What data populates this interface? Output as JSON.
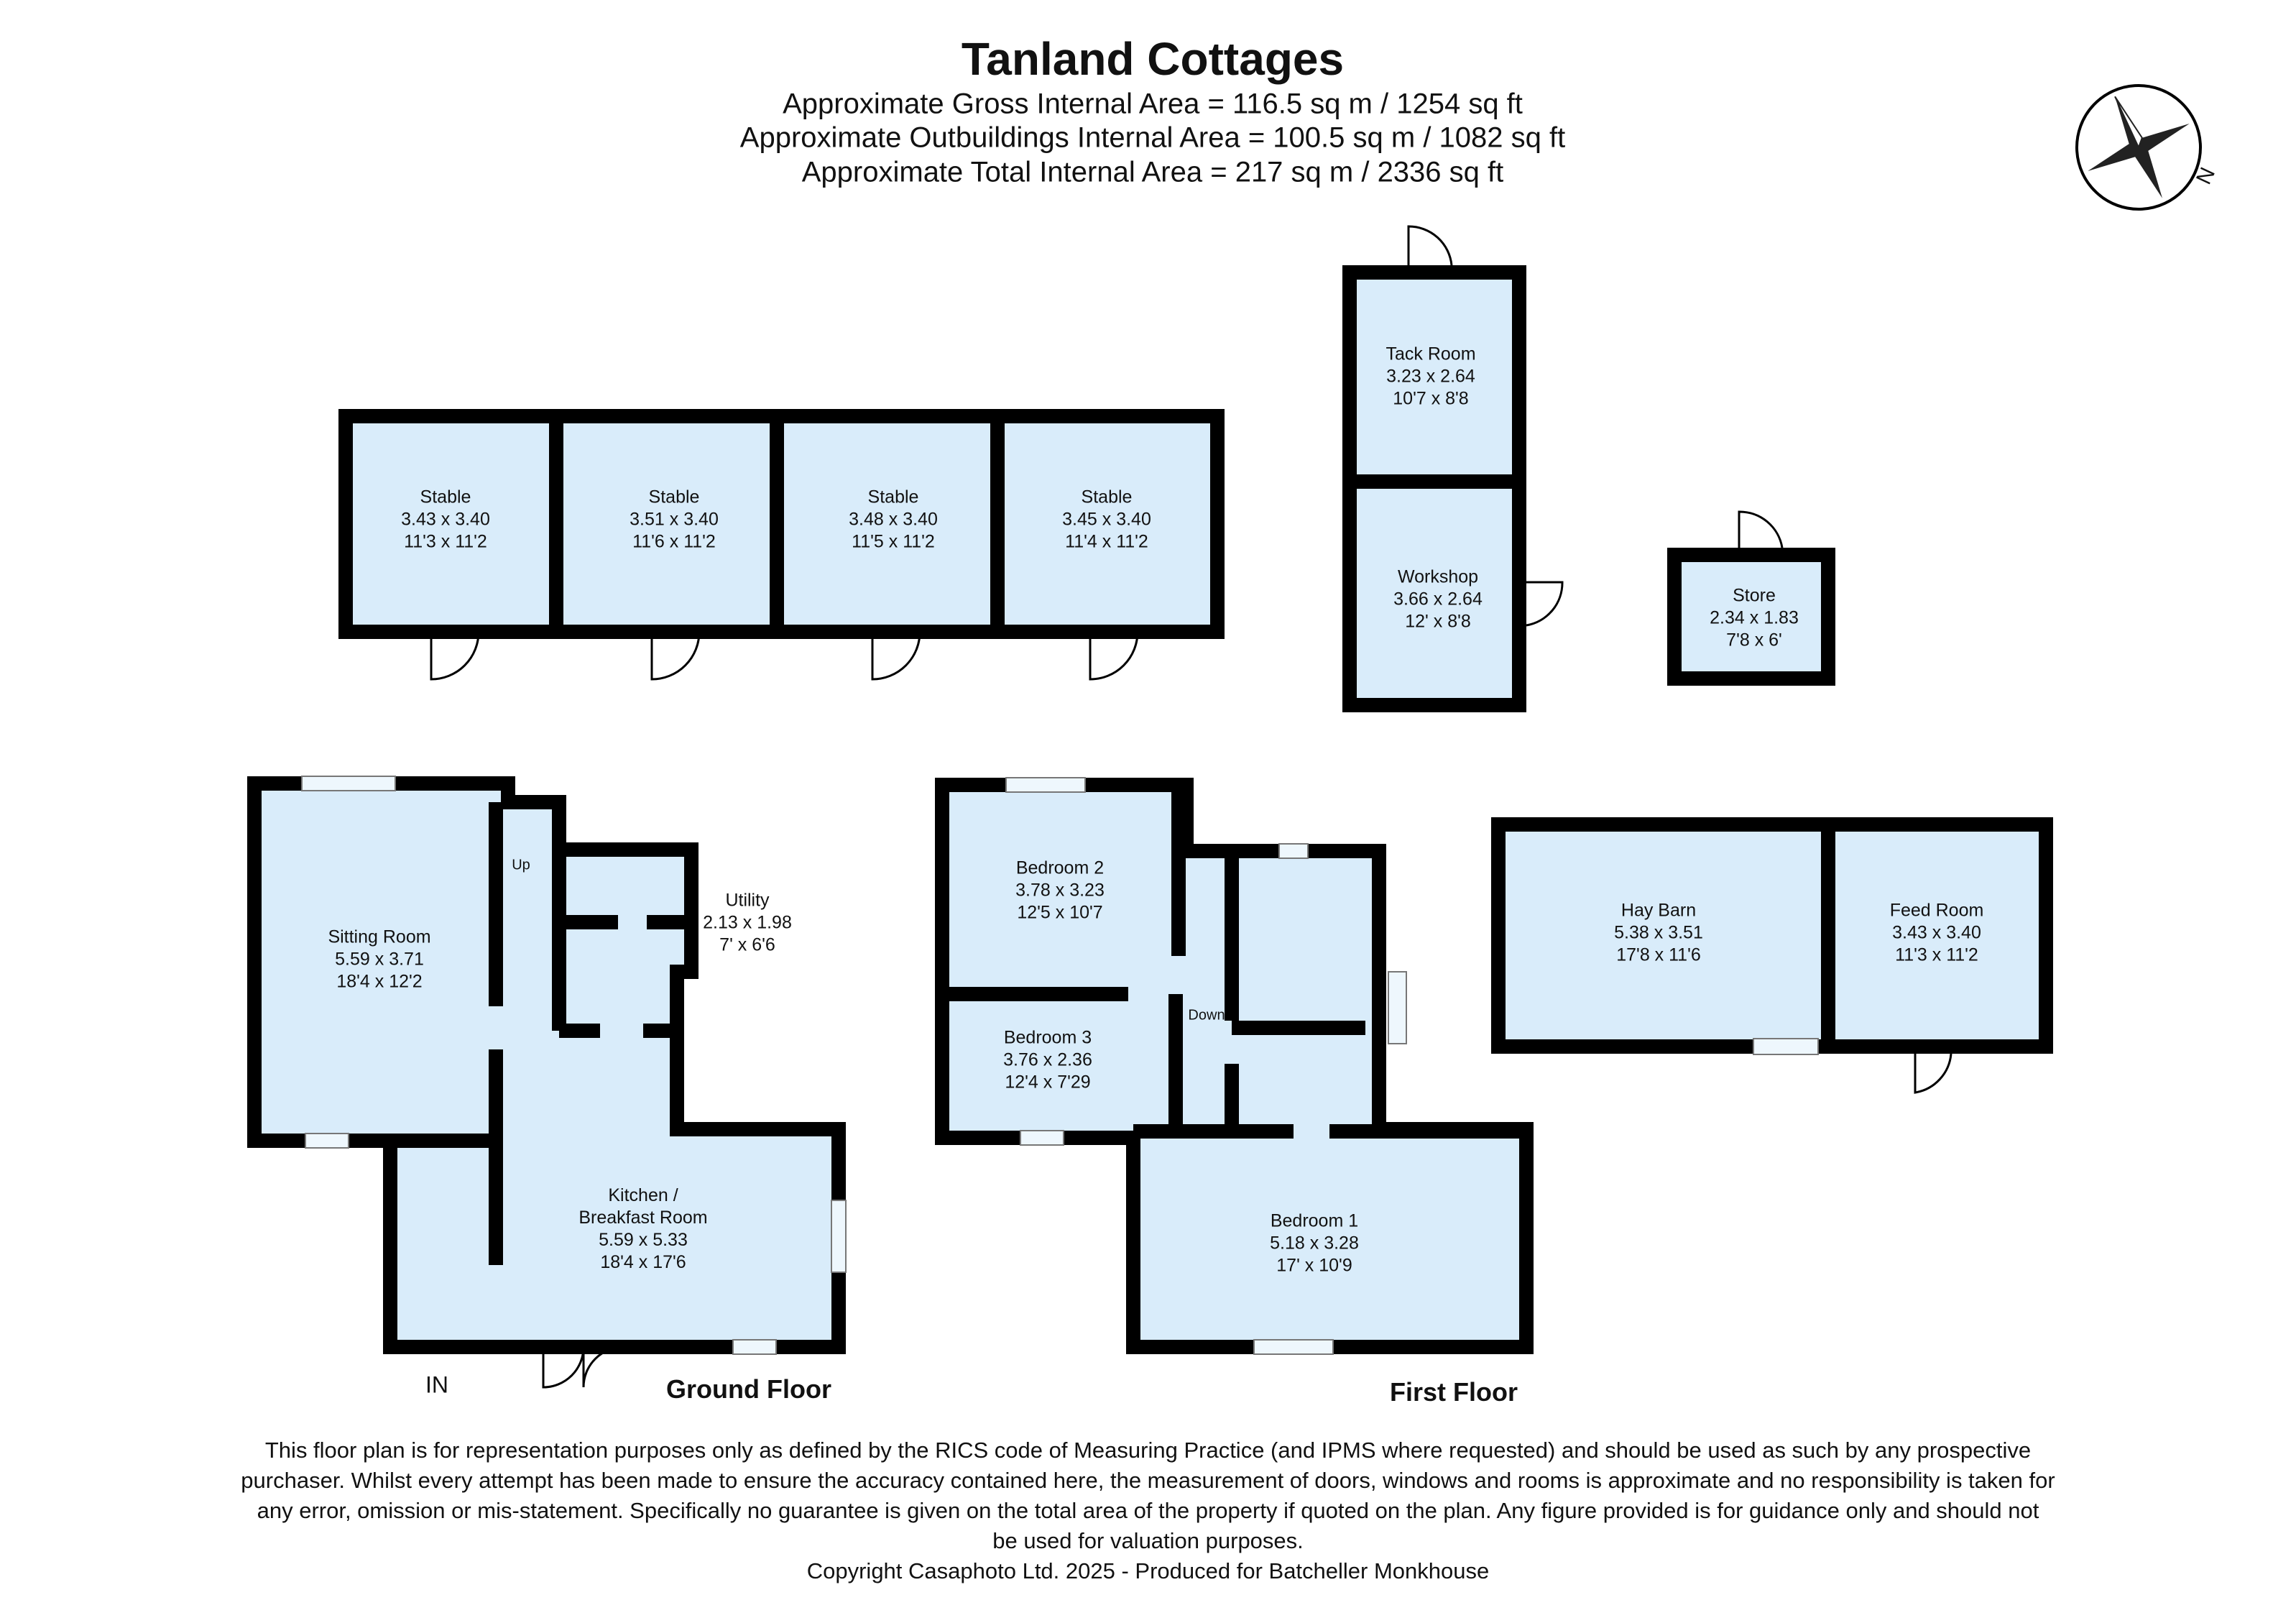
{
  "header": {
    "title": "Tanland Cottages",
    "lines": [
      "Approximate Gross Internal Area = 116.5 sq m / 1254 sq ft",
      "Approximate Outbuildings Internal Area = 100.5 sq m / 1082 sq ft",
      "Approximate Total Internal Area = 217 sq m / 2336 sq ft"
    ]
  },
  "compass": {
    "label": "N",
    "icon": "compass-rose-icon"
  },
  "outbuildings": [
    {
      "name": "Stable",
      "metric": "3.43 x 3.40",
      "imperial": "11'3 x 11'2"
    },
    {
      "name": "Stable",
      "metric": "3.51 x 3.40",
      "imperial": "11'6 x 11'2"
    },
    {
      "name": "Stable",
      "metric": "3.48 x 3.40",
      "imperial": "11'5 x 11'2"
    },
    {
      "name": "Stable",
      "metric": "3.45 x 3.40",
      "imperial": "11'4 x 11'2"
    },
    {
      "name": "Tack Room",
      "metric": "3.23 x 2.64",
      "imperial": "10'7 x 8'8"
    },
    {
      "name": "Workshop",
      "metric": "3.66 x 2.64",
      "imperial": "12' x 8'8"
    },
    {
      "name": "Store",
      "metric": "2.34 x 1.83",
      "imperial": "7'8 x 6'"
    },
    {
      "name": "Hay Barn",
      "metric": "5.38 x 3.51",
      "imperial": "17'8 x 11'6"
    },
    {
      "name": "Feed Room",
      "metric": "3.43 x 3.40",
      "imperial": "11'3 x 11'2"
    }
  ],
  "ground_floor": {
    "label": "Ground Floor",
    "entrance": "IN",
    "stairs": "Up",
    "rooms": [
      {
        "name": "Sitting Room",
        "metric": "5.59 x 3.71",
        "imperial": "18'4 x 12'2"
      },
      {
        "name": "Utility",
        "metric": "2.13 x 1.98",
        "imperial": "7' x 6'6"
      },
      {
        "name": "Kitchen /",
        "name2": "Breakfast Room",
        "metric": "5.59 x 5.33",
        "imperial": "18'4 x 17'6"
      }
    ]
  },
  "first_floor": {
    "label": "First Floor",
    "stairs": "Down",
    "rooms": [
      {
        "name": "Bedroom 2",
        "metric": "3.78 x 3.23",
        "imperial": "12'5 x 10'7"
      },
      {
        "name": "Bedroom 3",
        "metric": "3.76 x 2.36",
        "imperial": "12'4 x 7'29"
      },
      {
        "name": "Bedroom 1",
        "metric": "5.18 x 3.28",
        "imperial": "17' x 10'9"
      }
    ]
  },
  "disclaimer": {
    "lines": [
      "This floor plan is for representation purposes only as defined by the RICS code of Measuring Practice (and IPMS where requested) and should be used as such by any prospective",
      "purchaser. Whilst every attempt has been made to ensure the accuracy contained here, the measurement of doors, windows and rooms is approximate and no responsibility is taken for",
      "any error, omission or mis-statement. Specifically no guarantee is given on the total area of the property if quoted on the plan. Any figure provided is for guidance only and should not",
      "be used for valuation purposes."
    ],
    "copyright": "Copyright Casaphoto Ltd. 2025 - Produced for Batcheller Monkhouse"
  },
  "colors": {
    "floor_fill": "#d9ecfa",
    "wall": "#000000"
  }
}
